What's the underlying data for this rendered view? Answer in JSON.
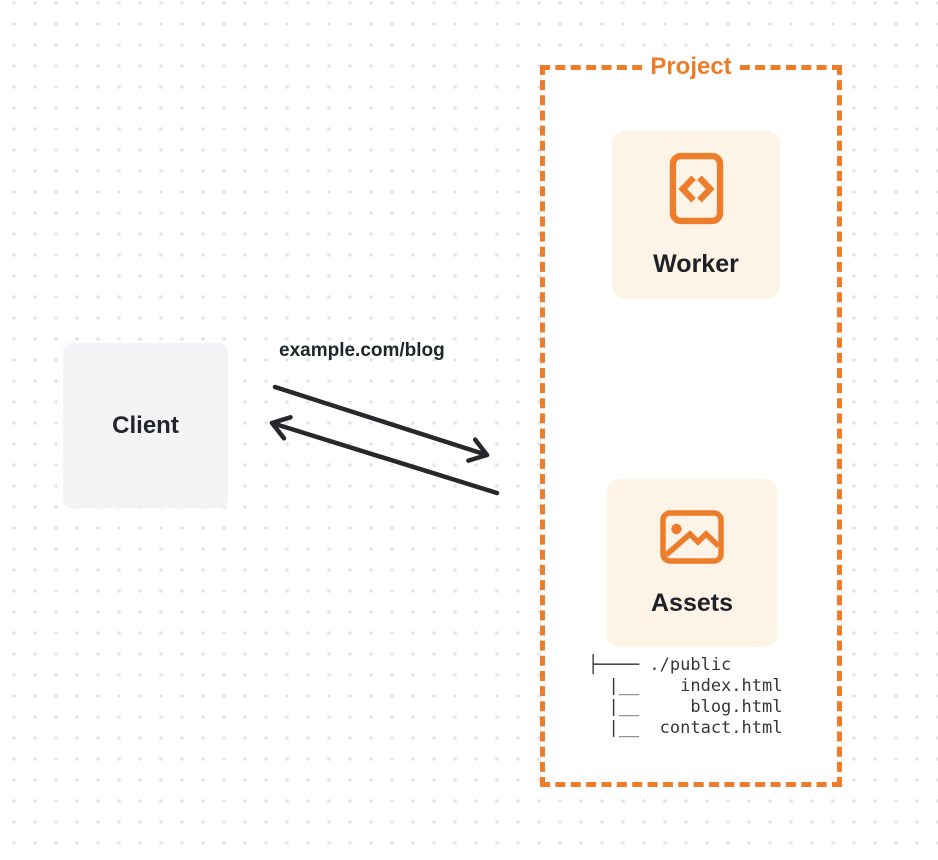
{
  "colors": {
    "orange": "#ee7d2b",
    "node_card_background": "#fdf3e7",
    "client_background": "#f4f4f6",
    "text_dark": "#21262c",
    "arrow": "#26282b",
    "grid_dot": "#e4e4e7"
  },
  "client": {
    "label": "Client"
  },
  "request": {
    "url_label": "example.com/blog"
  },
  "project": {
    "label": "Project",
    "worker": {
      "label": "Worker",
      "icon": "code-file-icon"
    },
    "assets": {
      "label": "Assets",
      "icon": "image-icon"
    },
    "file_tree": {
      "root": "./public",
      "files": [
        "index.html",
        "blog.html",
        "contact.html"
      ],
      "lines": [
        "├──── ./public",
        "  |__    index.html",
        "  |__     blog.html",
        "  |__  contact.html"
      ]
    }
  }
}
